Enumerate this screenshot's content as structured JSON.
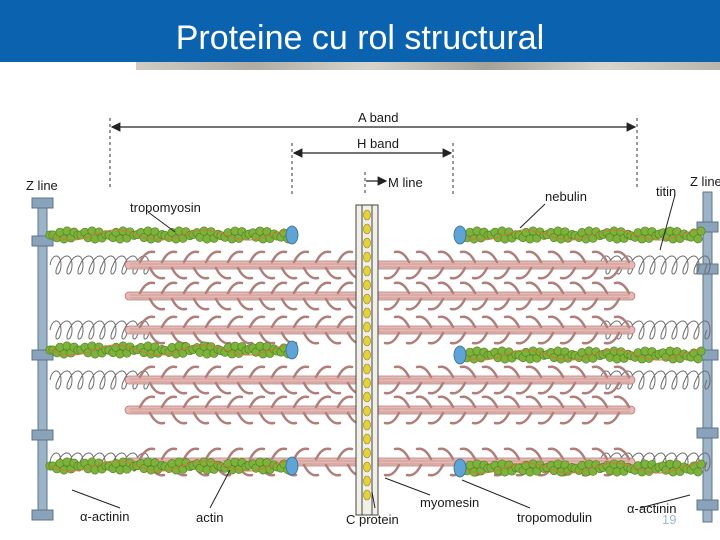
{
  "slide": {
    "title": "Proteine cu rol structural",
    "page_number": "19"
  },
  "diagram": {
    "labels": {
      "a_band": "A band",
      "h_band": "H band",
      "m_line": "M line",
      "z_line_left": "Z line",
      "z_line_right": "Z line",
      "tropomyosin": "tropomyosin",
      "nebulin": "nebulin",
      "titin": "titin",
      "alpha_actinin_left": "α-actinin",
      "alpha_actinin_right": "α-actinin",
      "actin": "actin",
      "c_protein": "C protein",
      "myomesin": "myomesin",
      "tropomodulin": "tropomodulin"
    },
    "colors": {
      "title_bar": "#0b63b0",
      "actin": "#7db33a",
      "myosin": "#e7b9b5",
      "titin_coil": "#6d6d6d",
      "z_disc": "#9db3c8",
      "m_line": "#e4d23c",
      "tropomodulin_cap": "#5fa4d4"
    }
  }
}
